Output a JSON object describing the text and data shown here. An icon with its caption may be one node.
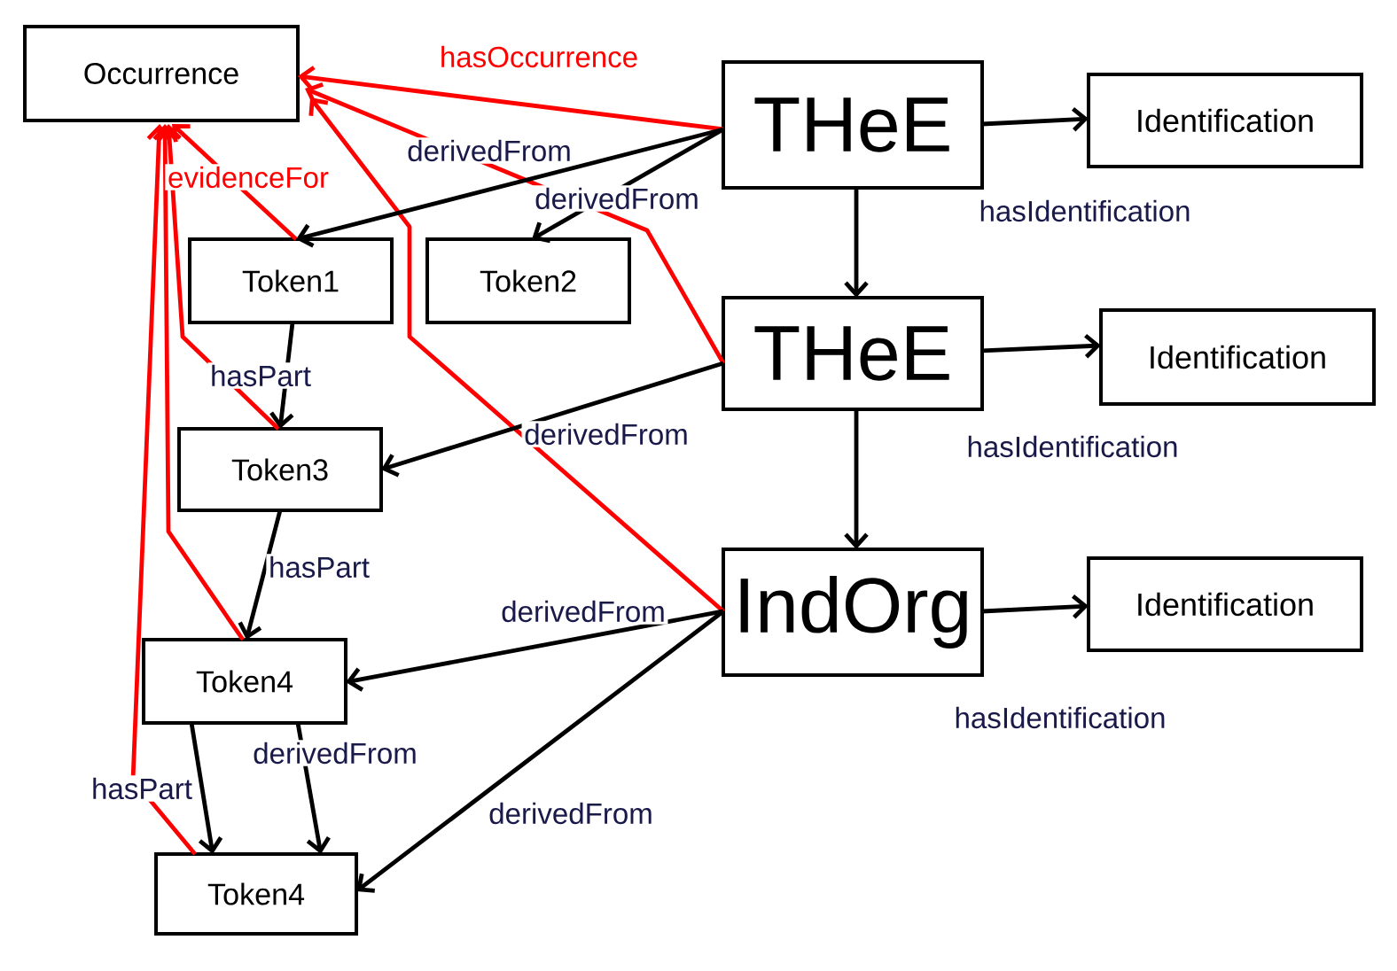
{
  "diagram": {
    "nodes": [
      {
        "text": [
          "Occurrence"
        ]
      },
      {
        "text": [
          "THeE"
        ]
      },
      {
        "text": [
          "Identification"
        ]
      },
      {
        "text": [
          "Token1"
        ]
      },
      {
        "text": [
          "Token2"
        ]
      },
      {
        "text": [
          "THeE"
        ]
      },
      {
        "text": [
          "Identification"
        ]
      },
      {
        "text": [
          "Token3"
        ]
      },
      {
        "text": [
          "IndOrg"
        ]
      },
      {
        "text": [
          "Identification"
        ]
      },
      {
        "text": [
          "Token4"
        ]
      },
      {
        "text": [
          "Token4"
        ]
      }
    ],
    "edges": [
      {
        "from": 1,
        "to": 0,
        "arrow": "to",
        "label": "hasOccurrence",
        "color": "#ff0000"
      },
      {
        "from": 5,
        "to": 0,
        "arrow": "to",
        "color": "#ff0000"
      },
      {
        "from": 8,
        "to": 0,
        "arrow": "to",
        "color": "#ff0000"
      },
      {
        "from": 3,
        "to": 0,
        "arrow": "to",
        "label": "evidenceFor",
        "color": "#ff0000"
      },
      {
        "from": 7,
        "to": 0,
        "arrow": "to",
        "color": "#ff0000"
      },
      {
        "from": 10,
        "to": 0,
        "arrow": "to",
        "color": "#ff0000"
      },
      {
        "from": 11,
        "to": 0,
        "arrow": "to",
        "color": "#ff0000"
      },
      {
        "from": 1,
        "to": 3,
        "arrow": "to",
        "label": "derivedFrom"
      },
      {
        "from": 1,
        "to": 4,
        "arrow": "to",
        "label": "derivedFrom"
      },
      {
        "from": 1,
        "to": 2,
        "arrow": "to",
        "label": "hasIdentification"
      },
      {
        "from": 1,
        "to": 5,
        "arrow": "to"
      },
      {
        "from": 5,
        "to": 6,
        "arrow": "to",
        "label": "hasIdentification"
      },
      {
        "from": 5,
        "to": 7,
        "arrow": "to",
        "label": "derivedFrom"
      },
      {
        "from": 5,
        "to": 8,
        "arrow": "to"
      },
      {
        "from": 8,
        "to": 9,
        "arrow": "to",
        "label": "hasIdentification"
      },
      {
        "from": 8,
        "to": 10,
        "arrow": "to",
        "label": "derivedFrom"
      },
      {
        "from": 8,
        "to": 11,
        "arrow": "to",
        "label": "derivedFrom"
      },
      {
        "from": 3,
        "to": 7,
        "arrow": "to",
        "label": "hasPart"
      },
      {
        "from": 7,
        "to": 10,
        "arrow": "to",
        "label": "hasPart"
      },
      {
        "from": 10,
        "to": 11,
        "arrow": "to",
        "label": "hasPart"
      },
      {
        "from": 10,
        "to": 11,
        "arrow": "to",
        "label": "derivedFrom"
      }
    ]
  }
}
